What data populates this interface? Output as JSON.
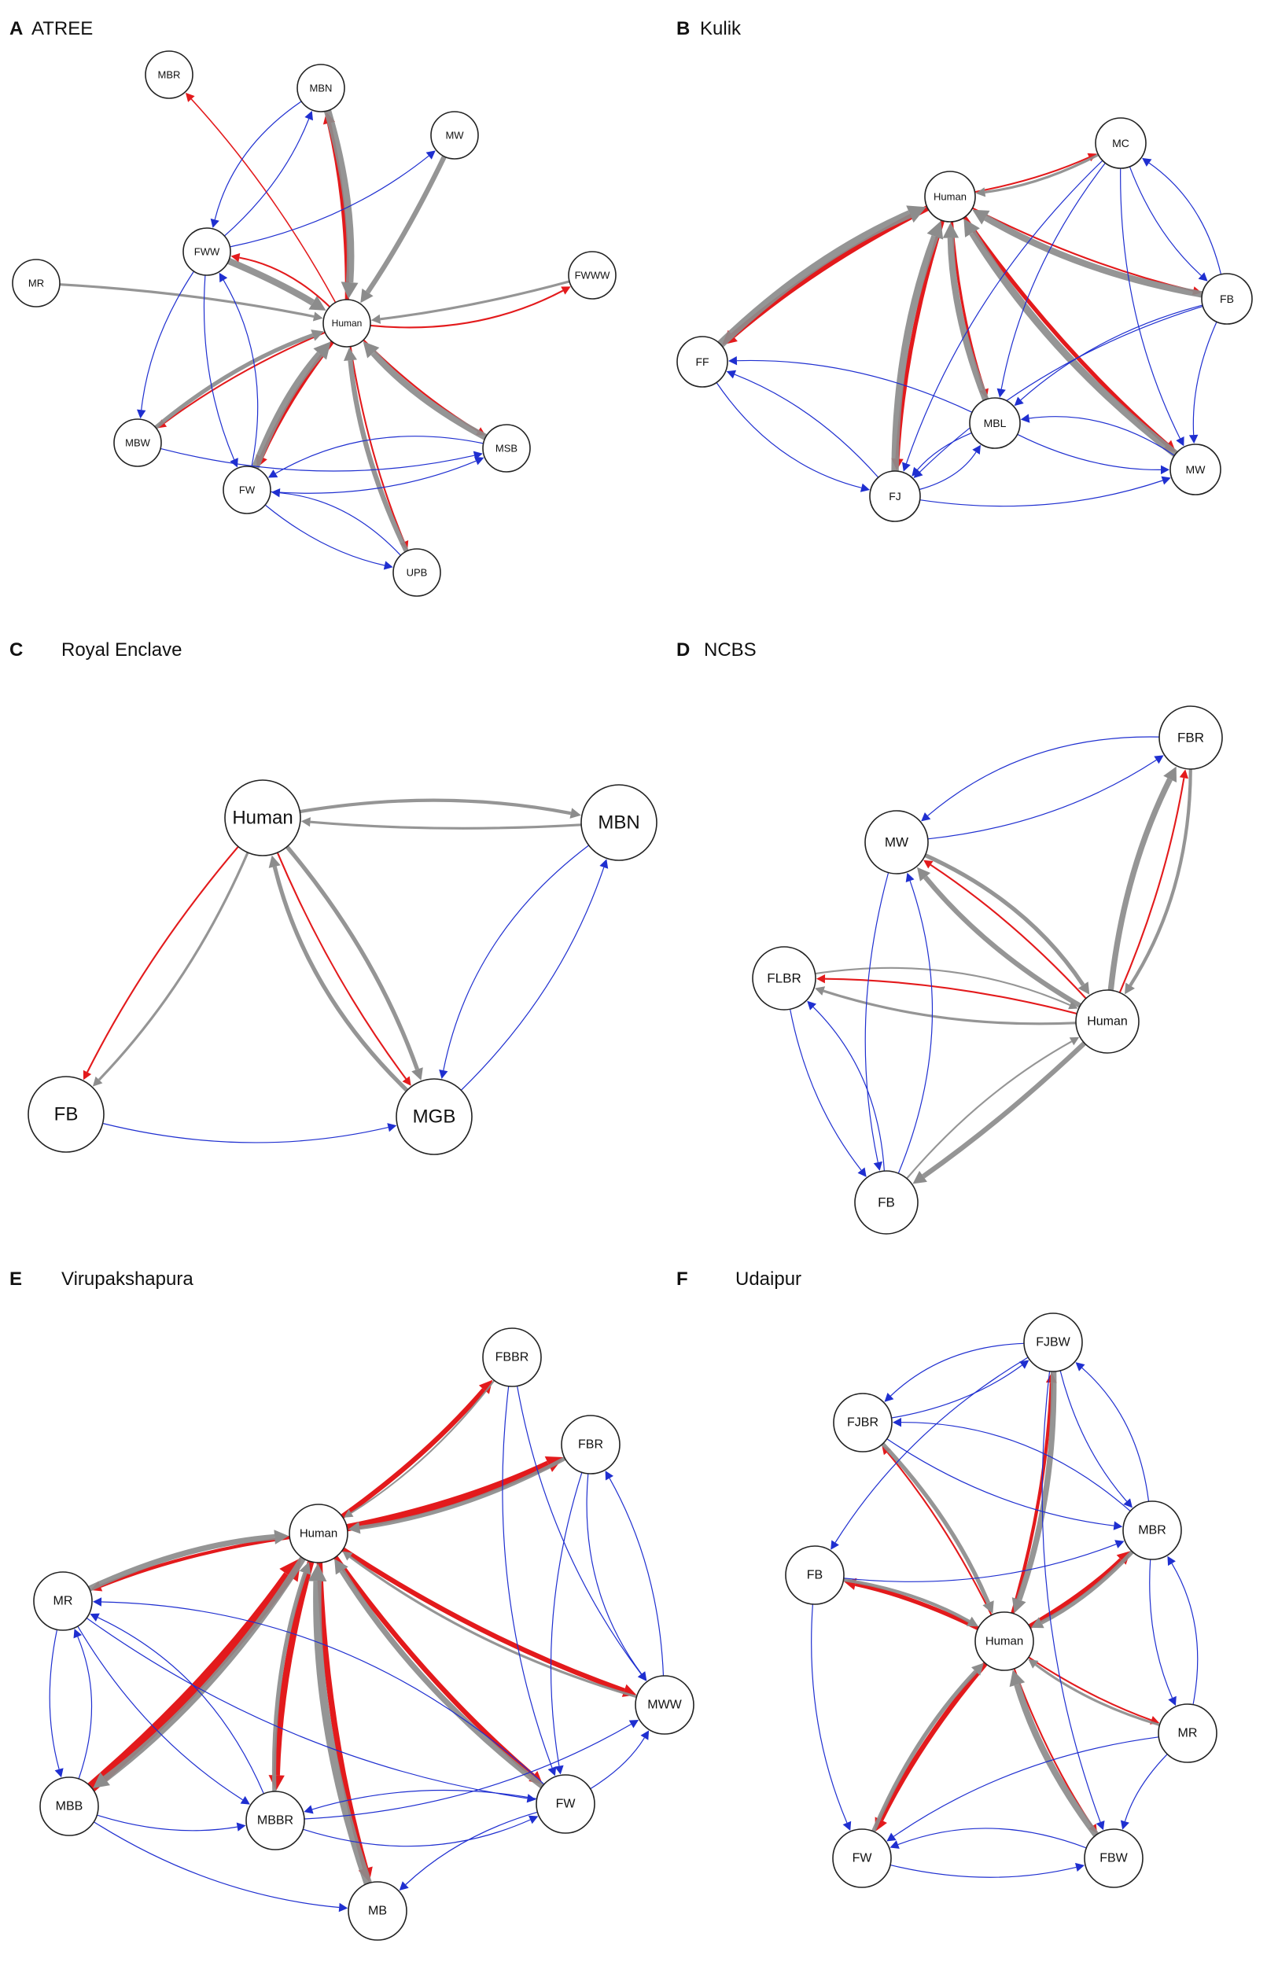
{
  "colors": {
    "human_to_animal": "#e31a1c",
    "animal_to_human": "#8c8c8c",
    "animal_to_animal": "#1f2fd0",
    "ncbs_red": "#cc1f1f"
  },
  "panels": [
    {
      "letter": "A",
      "title": "ATREE",
      "nodes": [
        {
          "id": "MBR"
        },
        {
          "id": "MBN"
        },
        {
          "id": "MW"
        },
        {
          "id": "FWW"
        },
        {
          "id": "MR"
        },
        {
          "id": "FWWW"
        },
        {
          "id": "Human"
        },
        {
          "id": "MBW"
        },
        {
          "id": "MSB"
        },
        {
          "id": "FW"
        },
        {
          "id": "UPB"
        }
      ],
      "edges": [
        {
          "from": "Human",
          "to": "MBR",
          "kind": "red",
          "weight": 1.5
        },
        {
          "from": "Human",
          "to": "MBN",
          "kind": "red",
          "weight": 5
        },
        {
          "from": "MBN",
          "to": "Human",
          "kind": "gray",
          "weight": 9
        },
        {
          "from": "MW",
          "to": "Human",
          "kind": "gray",
          "weight": 6
        },
        {
          "from": "FWWW",
          "to": "Human",
          "kind": "gray",
          "weight": 3
        },
        {
          "from": "Human",
          "to": "FWWW",
          "kind": "red",
          "weight": 2
        },
        {
          "from": "MR",
          "to": "Human",
          "kind": "gray",
          "weight": 3
        },
        {
          "from": "FWW",
          "to": "Human",
          "kind": "gray",
          "weight": 8
        },
        {
          "from": "Human",
          "to": "FWW",
          "kind": "red",
          "weight": 2
        },
        {
          "from": "Human",
          "to": "MBW",
          "kind": "red",
          "weight": 2
        },
        {
          "from": "MBW",
          "to": "Human",
          "kind": "gray",
          "weight": 5
        },
        {
          "from": "Human",
          "to": "MSB",
          "kind": "red",
          "weight": 2
        },
        {
          "from": "MSB",
          "to": "Human",
          "kind": "gray",
          "weight": 8
        },
        {
          "from": "Human",
          "to": "FW",
          "kind": "red",
          "weight": 5
        },
        {
          "from": "FW",
          "to": "Human",
          "kind": "gray",
          "weight": 9
        },
        {
          "from": "Human",
          "to": "UPB",
          "kind": "red",
          "weight": 2
        },
        {
          "from": "UPB",
          "to": "Human",
          "kind": "gray",
          "weight": 6
        },
        {
          "from": "FWW",
          "to": "MBN",
          "kind": "blue",
          "weight": 1
        },
        {
          "from": "FWW",
          "to": "MW",
          "kind": "blue",
          "weight": 1
        },
        {
          "from": "MBN",
          "to": "FWW",
          "kind": "blue",
          "weight": 1
        },
        {
          "from": "FWW",
          "to": "FW",
          "kind": "blue",
          "weight": 1
        },
        {
          "from": "FW",
          "to": "FWW",
          "kind": "blue",
          "weight": 1
        },
        {
          "from": "FWW",
          "to": "MBW",
          "kind": "blue",
          "weight": 1
        },
        {
          "from": "FW",
          "to": "MSB",
          "kind": "blue",
          "weight": 1
        },
        {
          "from": "MSB",
          "to": "FW",
          "kind": "blue",
          "weight": 1
        },
        {
          "from": "FW",
          "to": "UPB",
          "kind": "blue",
          "weight": 1
        },
        {
          "from": "UPB",
          "to": "FW",
          "kind": "blue",
          "weight": 1
        },
        {
          "from": "MBW",
          "to": "MSB",
          "kind": "blue",
          "weight": 1
        }
      ]
    },
    {
      "letter": "B",
      "title": "Kulik",
      "nodes": [
        {
          "id": "Human"
        },
        {
          "id": "MC"
        },
        {
          "id": "FB"
        },
        {
          "id": "FF"
        },
        {
          "id": "MBL"
        },
        {
          "id": "MW"
        },
        {
          "id": "FJ"
        }
      ],
      "edges": [
        {
          "from": "Human",
          "to": "MC",
          "kind": "red",
          "weight": 2
        },
        {
          "from": "MC",
          "to": "Human",
          "kind": "gray",
          "weight": 3
        },
        {
          "from": "Human",
          "to": "FF",
          "kind": "red",
          "weight": 7
        },
        {
          "from": "FF",
          "to": "Human",
          "kind": "gray",
          "weight": 10
        },
        {
          "from": "Human",
          "to": "FB",
          "kind": "red",
          "weight": 2
        },
        {
          "from": "FB",
          "to": "Human",
          "kind": "gray",
          "weight": 8
        },
        {
          "from": "Human",
          "to": "MW",
          "kind": "red",
          "weight": 5
        },
        {
          "from": "MW",
          "to": "Human",
          "kind": "gray",
          "weight": 9
        },
        {
          "from": "Human",
          "to": "FJ",
          "kind": "red",
          "weight": 5
        },
        {
          "from": "FJ",
          "to": "Human",
          "kind": "gray",
          "weight": 9
        },
        {
          "from": "Human",
          "to": "MBL",
          "kind": "red",
          "weight": 3
        },
        {
          "from": "MBL",
          "to": "Human",
          "kind": "gray",
          "weight": 8
        },
        {
          "from": "MC",
          "to": "FB",
          "kind": "blue",
          "weight": 1
        },
        {
          "from": "FB",
          "to": "MC",
          "kind": "blue",
          "weight": 1
        },
        {
          "from": "MC",
          "to": "MBL",
          "kind": "blue",
          "weight": 1
        },
        {
          "from": "MC",
          "to": "MW",
          "kind": "blue",
          "weight": 1
        },
        {
          "from": "MC",
          "to": "FJ",
          "kind": "blue",
          "weight": 1
        },
        {
          "from": "FB",
          "to": "MBL",
          "kind": "blue",
          "weight": 1
        },
        {
          "from": "FB",
          "to": "MW",
          "kind": "blue",
          "weight": 1
        },
        {
          "from": "FB",
          "to": "FJ",
          "kind": "blue",
          "weight": 1
        },
        {
          "from": "MBL",
          "to": "FF",
          "kind": "blue",
          "weight": 1
        },
        {
          "from": "MBL",
          "to": "MW",
          "kind": "blue",
          "weight": 1
        },
        {
          "from": "MBL",
          "to": "FJ",
          "kind": "blue",
          "weight": 1
        },
        {
          "from": "FJ",
          "to": "MBL",
          "kind": "blue",
          "weight": 1
        },
        {
          "from": "FJ",
          "to": "FF",
          "kind": "blue",
          "weight": 1
        },
        {
          "from": "FF",
          "to": "FJ",
          "kind": "blue",
          "weight": 1
        },
        {
          "from": "FJ",
          "to": "MW",
          "kind": "blue",
          "weight": 1
        },
        {
          "from": "MW",
          "to": "MBL",
          "kind": "blue",
          "weight": 1
        }
      ]
    },
    {
      "letter": "C",
      "title": "Royal Enclave",
      "nodes": [
        {
          "id": "Human"
        },
        {
          "id": "MBN"
        },
        {
          "id": "FB"
        },
        {
          "id": "MGB"
        }
      ],
      "edges": [
        {
          "from": "MBN",
          "to": "Human",
          "kind": "gray",
          "weight": 3
        },
        {
          "from": "Human",
          "to": "MBN",
          "kind": "gray",
          "weight": 4
        },
        {
          "from": "Human",
          "to": "FB",
          "kind": "red",
          "weight": 2
        },
        {
          "from": "Human",
          "to": "FB",
          "kind": "gray",
          "weight": 3
        },
        {
          "from": "Human",
          "to": "MGB",
          "kind": "red",
          "weight": 2
        },
        {
          "from": "Human",
          "to": "MGB",
          "kind": "gray",
          "weight": 5
        },
        {
          "from": "MGB",
          "to": "Human",
          "kind": "gray",
          "weight": 5
        },
        {
          "from": "FB",
          "to": "MGB",
          "kind": "blue",
          "weight": 1
        },
        {
          "from": "MGB",
          "to": "MBN",
          "kind": "blue",
          "weight": 1
        },
        {
          "from": "MBN",
          "to": "MGB",
          "kind": "blue",
          "weight": 1
        }
      ]
    },
    {
      "letter": "D",
      "title": "NCBS",
      "nodes": [
        {
          "id": "FBR"
        },
        {
          "id": "MW"
        },
        {
          "id": "FLBR"
        },
        {
          "id": "Human"
        },
        {
          "id": "FB"
        }
      ],
      "edges": [
        {
          "from": "MW",
          "to": "FBR",
          "kind": "blue",
          "weight": 1
        },
        {
          "from": "FBR",
          "to": "MW",
          "kind": "blue",
          "weight": 1
        },
        {
          "from": "Human",
          "to": "FBR",
          "kind": "red",
          "weight": 2
        },
        {
          "from": "Human",
          "to": "FBR",
          "kind": "gray",
          "weight": 7
        },
        {
          "from": "FBR",
          "to": "Human",
          "kind": "gray",
          "weight": 4
        },
        {
          "from": "Human",
          "to": "MW",
          "kind": "red",
          "weight": 2
        },
        {
          "from": "Human",
          "to": "MW",
          "kind": "gray",
          "weight": 6
        },
        {
          "from": "MW",
          "to": "Human",
          "kind": "gray",
          "weight": 5
        },
        {
          "from": "Human",
          "to": "FLBR",
          "kind": "red",
          "weight": 2
        },
        {
          "from": "Human",
          "to": "FLBR",
          "kind": "gray",
          "weight": 3
        },
        {
          "from": "FLBR",
          "to": "Human",
          "kind": "gray",
          "weight": 2
        },
        {
          "from": "Human",
          "to": "FB",
          "kind": "gray",
          "weight": 6
        },
        {
          "from": "FB",
          "to": "Human",
          "kind": "gray",
          "weight": 2
        },
        {
          "from": "MW",
          "to": "FB",
          "kind": "blue",
          "weight": 1
        },
        {
          "from": "FB",
          "to": "MW",
          "kind": "blue",
          "weight": 1
        },
        {
          "from": "FLBR",
          "to": "FB",
          "kind": "blue",
          "weight": 1
        },
        {
          "from": "FB",
          "to": "FLBR",
          "kind": "blue",
          "weight": 1
        }
      ]
    },
    {
      "letter": "E",
      "title": "Virupakshapura",
      "nodes": [
        {
          "id": "FBBR"
        },
        {
          "id": "FBR"
        },
        {
          "id": "Human"
        },
        {
          "id": "MR"
        },
        {
          "id": "MWW"
        },
        {
          "id": "MBB"
        },
        {
          "id": "MBBR"
        },
        {
          "id": "FW"
        },
        {
          "id": "MB"
        }
      ],
      "edges": [
        {
          "from": "Human",
          "to": "FBBR",
          "kind": "red",
          "weight": 6
        },
        {
          "from": "FBBR",
          "to": "Human",
          "kind": "gray",
          "weight": 2
        },
        {
          "from": "Human",
          "to": "FBR",
          "kind": "red",
          "weight": 9
        },
        {
          "from": "FBR",
          "to": "Human",
          "kind": "gray",
          "weight": 5
        },
        {
          "from": "Human",
          "to": "MR",
          "kind": "red",
          "weight": 4
        },
        {
          "from": "MR",
          "to": "Human",
          "kind": "gray",
          "weight": 7
        },
        {
          "from": "Human",
          "to": "MWW",
          "kind": "red",
          "weight": 6
        },
        {
          "from": "MWW",
          "to": "Human",
          "kind": "gray",
          "weight": 3
        },
        {
          "from": "MBB",
          "to": "Human",
          "kind": "red",
          "weight": 13
        },
        {
          "from": "Human",
          "to": "MBB",
          "kind": "gray",
          "weight": 8
        },
        {
          "from": "Human",
          "to": "MBBR",
          "kind": "red",
          "weight": 8
        },
        {
          "from": "MBBR",
          "to": "Human",
          "kind": "gray",
          "weight": 5
        },
        {
          "from": "Human",
          "to": "FW",
          "kind": "red",
          "weight": 6
        },
        {
          "from": "FW",
          "to": "Human",
          "kind": "gray",
          "weight": 7
        },
        {
          "from": "Human",
          "to": "MB",
          "kind": "red",
          "weight": 7
        },
        {
          "from": "MB",
          "to": "Human",
          "kind": "gray",
          "weight": 10
        },
        {
          "from": "MR",
          "to": "MBB",
          "kind": "blue",
          "weight": 1
        },
        {
          "from": "MBB",
          "to": "MR",
          "kind": "blue",
          "weight": 1
        },
        {
          "from": "MR",
          "to": "MBBR",
          "kind": "blue",
          "weight": 1
        },
        {
          "from": "MBBR",
          "to": "MR",
          "kind": "blue",
          "weight": 1
        },
        {
          "from": "MR",
          "to": "FW",
          "kind": "blue",
          "weight": 1
        },
        {
          "from": "FW",
          "to": "MR",
          "kind": "blue",
          "weight": 1
        },
        {
          "from": "MBB",
          "to": "MB",
          "kind": "blue",
          "weight": 1
        },
        {
          "from": "MBB",
          "to": "MBBR",
          "kind": "blue",
          "weight": 1
        },
        {
          "from": "FW",
          "to": "MBBR",
          "kind": "blue",
          "weight": 1
        },
        {
          "from": "MBBR",
          "to": "FW",
          "kind": "blue",
          "weight": 1
        },
        {
          "from": "FW",
          "to": "MB",
          "kind": "blue",
          "weight": 1
        },
        {
          "from": "FW",
          "to": "MWW",
          "kind": "blue",
          "weight": 1
        },
        {
          "from": "MWW",
          "to": "FBR",
          "kind": "blue",
          "weight": 1
        },
        {
          "from": "FBR",
          "to": "MWW",
          "kind": "blue",
          "weight": 1
        },
        {
          "from": "FBBR",
          "to": "MWW",
          "kind": "blue",
          "weight": 1
        },
        {
          "from": "FBBR",
          "to": "FW",
          "kind": "blue",
          "weight": 1
        },
        {
          "from": "FBR",
          "to": "FW",
          "kind": "blue",
          "weight": 1
        },
        {
          "from": "MBBR",
          "to": "MWW",
          "kind": "blue",
          "weight": 1
        }
      ]
    },
    {
      "letter": "F",
      "title": "Udaipur",
      "nodes": [
        {
          "id": "FJBW"
        },
        {
          "id": "FJBR"
        },
        {
          "id": "MBR"
        },
        {
          "id": "FB"
        },
        {
          "id": "Human"
        },
        {
          "id": "MR"
        },
        {
          "id": "FW"
        },
        {
          "id": "FBW"
        }
      ],
      "edges": [
        {
          "from": "Human",
          "to": "FJBW",
          "kind": "red",
          "weight": 4
        },
        {
          "from": "FJBW",
          "to": "Human",
          "kind": "gray",
          "weight": 7
        },
        {
          "from": "Human",
          "to": "FJBR",
          "kind": "red",
          "weight": 2
        },
        {
          "from": "FJBR",
          "to": "Human",
          "kind": "gray",
          "weight": 5
        },
        {
          "from": "Human",
          "to": "MBR",
          "kind": "red",
          "weight": 6
        },
        {
          "from": "MBR",
          "to": "Human",
          "kind": "gray",
          "weight": 5
        },
        {
          "from": "Human",
          "to": "FB",
          "kind": "red",
          "weight": 5
        },
        {
          "from": "FB",
          "to": "Human",
          "kind": "gray",
          "weight": 4
        },
        {
          "from": "Human",
          "to": "MR",
          "kind": "red",
          "weight": 2
        },
        {
          "from": "MR",
          "to": "Human",
          "kind": "gray",
          "weight": 3
        },
        {
          "from": "Human",
          "to": "FW",
          "kind": "red",
          "weight": 6
        },
        {
          "from": "FW",
          "to": "Human",
          "kind": "gray",
          "weight": 5
        },
        {
          "from": "Human",
          "to": "FBW",
          "kind": "red",
          "weight": 2
        },
        {
          "from": "FBW",
          "to": "Human",
          "kind": "gray",
          "weight": 8
        },
        {
          "from": "FJBR",
          "to": "FJBW",
          "kind": "blue",
          "weight": 1
        },
        {
          "from": "FJBW",
          "to": "FJBR",
          "kind": "blue",
          "weight": 1
        },
        {
          "from": "FJBW",
          "to": "MBR",
          "kind": "blue",
          "weight": 1
        },
        {
          "from": "MBR",
          "to": "FJBW",
          "kind": "blue",
          "weight": 1
        },
        {
          "from": "FJBR",
          "to": "MBR",
          "kind": "blue",
          "weight": 1
        },
        {
          "from": "MBR",
          "to": "FJBR",
          "kind": "blue",
          "weight": 1
        },
        {
          "from": "FJBW",
          "to": "FB",
          "kind": "blue",
          "weight": 1
        },
        {
          "from": "FB",
          "to": "MBR",
          "kind": "blue",
          "weight": 1
        },
        {
          "from": "FB",
          "to": "FW",
          "kind": "blue",
          "weight": 1
        },
        {
          "from": "MBR",
          "to": "MR",
          "kind": "blue",
          "weight": 1
        },
        {
          "from": "MR",
          "to": "MBR",
          "kind": "blue",
          "weight": 1
        },
        {
          "from": "MR",
          "to": "FW",
          "kind": "blue",
          "weight": 1
        },
        {
          "from": "MR",
          "to": "FBW",
          "kind": "blue",
          "weight": 1
        },
        {
          "from": "FW",
          "to": "FBW",
          "kind": "blue",
          "weight": 1
        },
        {
          "from": "FBW",
          "to": "FW",
          "kind": "blue",
          "weight": 1
        },
        {
          "from": "FJBW",
          "to": "FBW",
          "kind": "blue",
          "weight": 1
        }
      ]
    }
  ]
}
